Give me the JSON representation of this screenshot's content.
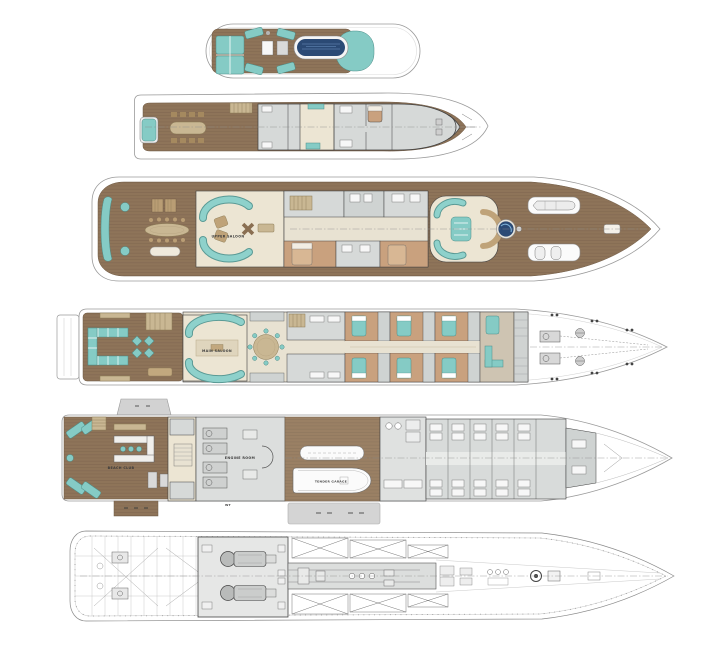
{
  "labels": {
    "upper_saloon": "UPPER SALOON",
    "main_saloon": "MAIN SALOON",
    "beach_club": "BEACH CLUB",
    "engine_room": "ENGINE ROOM",
    "tender_garage": "TENDER GARAGE",
    "watertight_marker": "WT"
  },
  "colors": {
    "deck_wood": "#8e7459",
    "teal_upholstery": "#85cbc5",
    "pool_water": "#2b4a75",
    "interior_cream": "#ece5d3",
    "interior_gray": "#d6d9d8",
    "cabin_tan": "#c9a17e",
    "taupe_room": "#cec4b2",
    "hull_outline": "#9a9a9a",
    "technical_line": "#777777"
  }
}
